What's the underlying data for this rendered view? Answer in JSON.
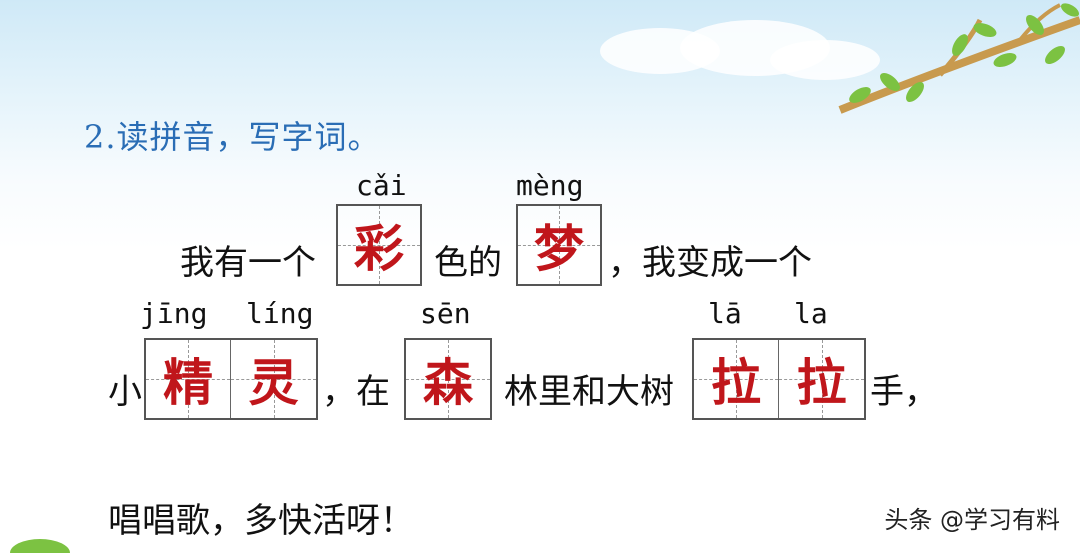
{
  "title": "2.读拼音，写字词。",
  "lines": {
    "l1a": "我有一个",
    "l1b": "色的",
    "l1c": "，我变成一个",
    "l2a": "小",
    "l2b": "，在",
    "l2c": "林里和大树",
    "l2d": "手，",
    "l3": "唱唱歌，多快活呀！"
  },
  "pinyin": {
    "cai": "cǎi",
    "meng": "mèng",
    "jing": "jīng",
    "ling": "líng",
    "sen": "sēn",
    "la1": "lā",
    "la2": "la"
  },
  "answers": {
    "cai": "彩",
    "meng": "梦",
    "jing": "精",
    "ling": "灵",
    "sen": "森",
    "la1": "拉",
    "la2": "拉"
  },
  "watermark": "头条 @学习有料",
  "colors": {
    "title": "#2a6db5",
    "answer": "#c0161b"
  }
}
